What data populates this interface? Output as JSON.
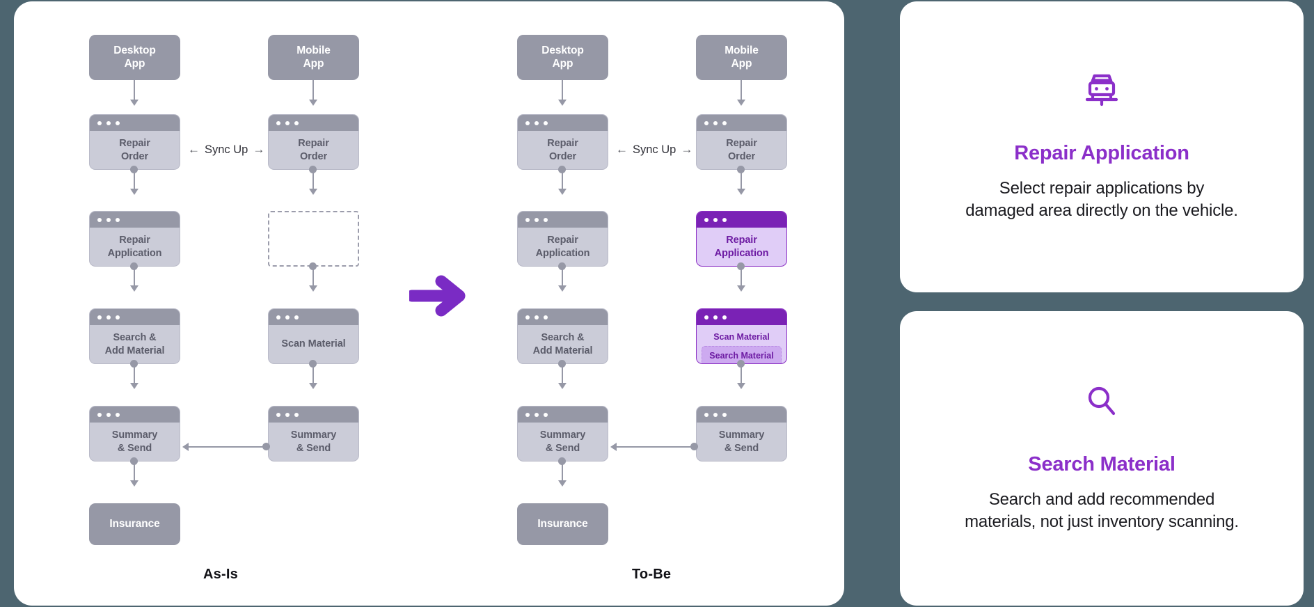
{
  "background_color": "#4d6570",
  "accent_color": "#8b2fc9",
  "diagram": {
    "phases": [
      {
        "id": "as-is",
        "label": "As-Is"
      },
      {
        "id": "to-be",
        "label": "To-Be"
      }
    ],
    "sync_label": "Sync Up",
    "sync_left_arrow": "←",
    "sync_right_arrow": "→",
    "as_is": {
      "desktop": {
        "source": "Desktop\nApp",
        "source_line1": "Desktop",
        "source_line2": "App",
        "steps": [
          {
            "label": "Repair\nOrder",
            "line1": "Repair",
            "line2": "Order"
          },
          {
            "label": "Repair\nApplication",
            "line1": "Repair",
            "line2": "Application"
          },
          {
            "label": "Search  &\nAdd Material",
            "line1": "Search  &",
            "line2": "Add Material"
          },
          {
            "label": "Summary\n& Send",
            "line1": "Summary",
            "line2": "& Send"
          }
        ],
        "terminal": "Insurance"
      },
      "mobile": {
        "source_line1": "Mobile",
        "source_line2": "App",
        "steps": [
          {
            "label": "Repair\nOrder",
            "line1": "Repair",
            "line2": "Order"
          },
          {
            "label": "",
            "line1": "",
            "line2": "",
            "empty": true
          },
          {
            "label": "Scan Material",
            "line1": "Scan Material",
            "line2": ""
          },
          {
            "label": "Summary\n& Send",
            "line1": "Summary",
            "line2": "& Send"
          }
        ]
      }
    },
    "to_be": {
      "desktop": {
        "source_line1": "Desktop",
        "source_line2": "App",
        "steps": [
          {
            "label": "Repair\nOrder",
            "line1": "Repair",
            "line2": "Order"
          },
          {
            "label": "Repair\nApplication",
            "line1": "Repair",
            "line2": "Application"
          },
          {
            "label": "Search  &\nAdd Material",
            "line1": "Search  &",
            "line2": "Add Material"
          },
          {
            "label": "Summary\n& Send",
            "line1": "Summary",
            "line2": "& Send"
          }
        ],
        "terminal": "Insurance"
      },
      "mobile": {
        "source_line1": "Mobile",
        "source_line2": "App",
        "steps": [
          {
            "label": "Repair\nOrder",
            "line1": "Repair",
            "line2": "Order"
          },
          {
            "label": "Repair\nApplication",
            "line1": "Repair",
            "line2": "Application",
            "highlight": true
          },
          {
            "label": "Scan Material",
            "line1": "Scan Material",
            "inner_chip": "Search Material",
            "highlight": true
          },
          {
            "label": "Summary\n& Send",
            "line1": "Summary",
            "line2": "& Send"
          }
        ]
      }
    },
    "transition_arrow_icon": "arrow-right-icon"
  },
  "features": [
    {
      "icon": "car-on-lift-icon",
      "title": "Repair Application",
      "description": "Select repair applications by damaged area directly on the vehicle.",
      "desc_line1": "Select repair applications by",
      "desc_line2": "damaged area directly on the vehicle."
    },
    {
      "icon": "search-icon",
      "title": "Search Material",
      "description": "Search and add recommended materials, not just inventory scanning.",
      "desc_line1": "Search and add recommended",
      "desc_line2": "materials, not just inventory scanning."
    }
  ]
}
